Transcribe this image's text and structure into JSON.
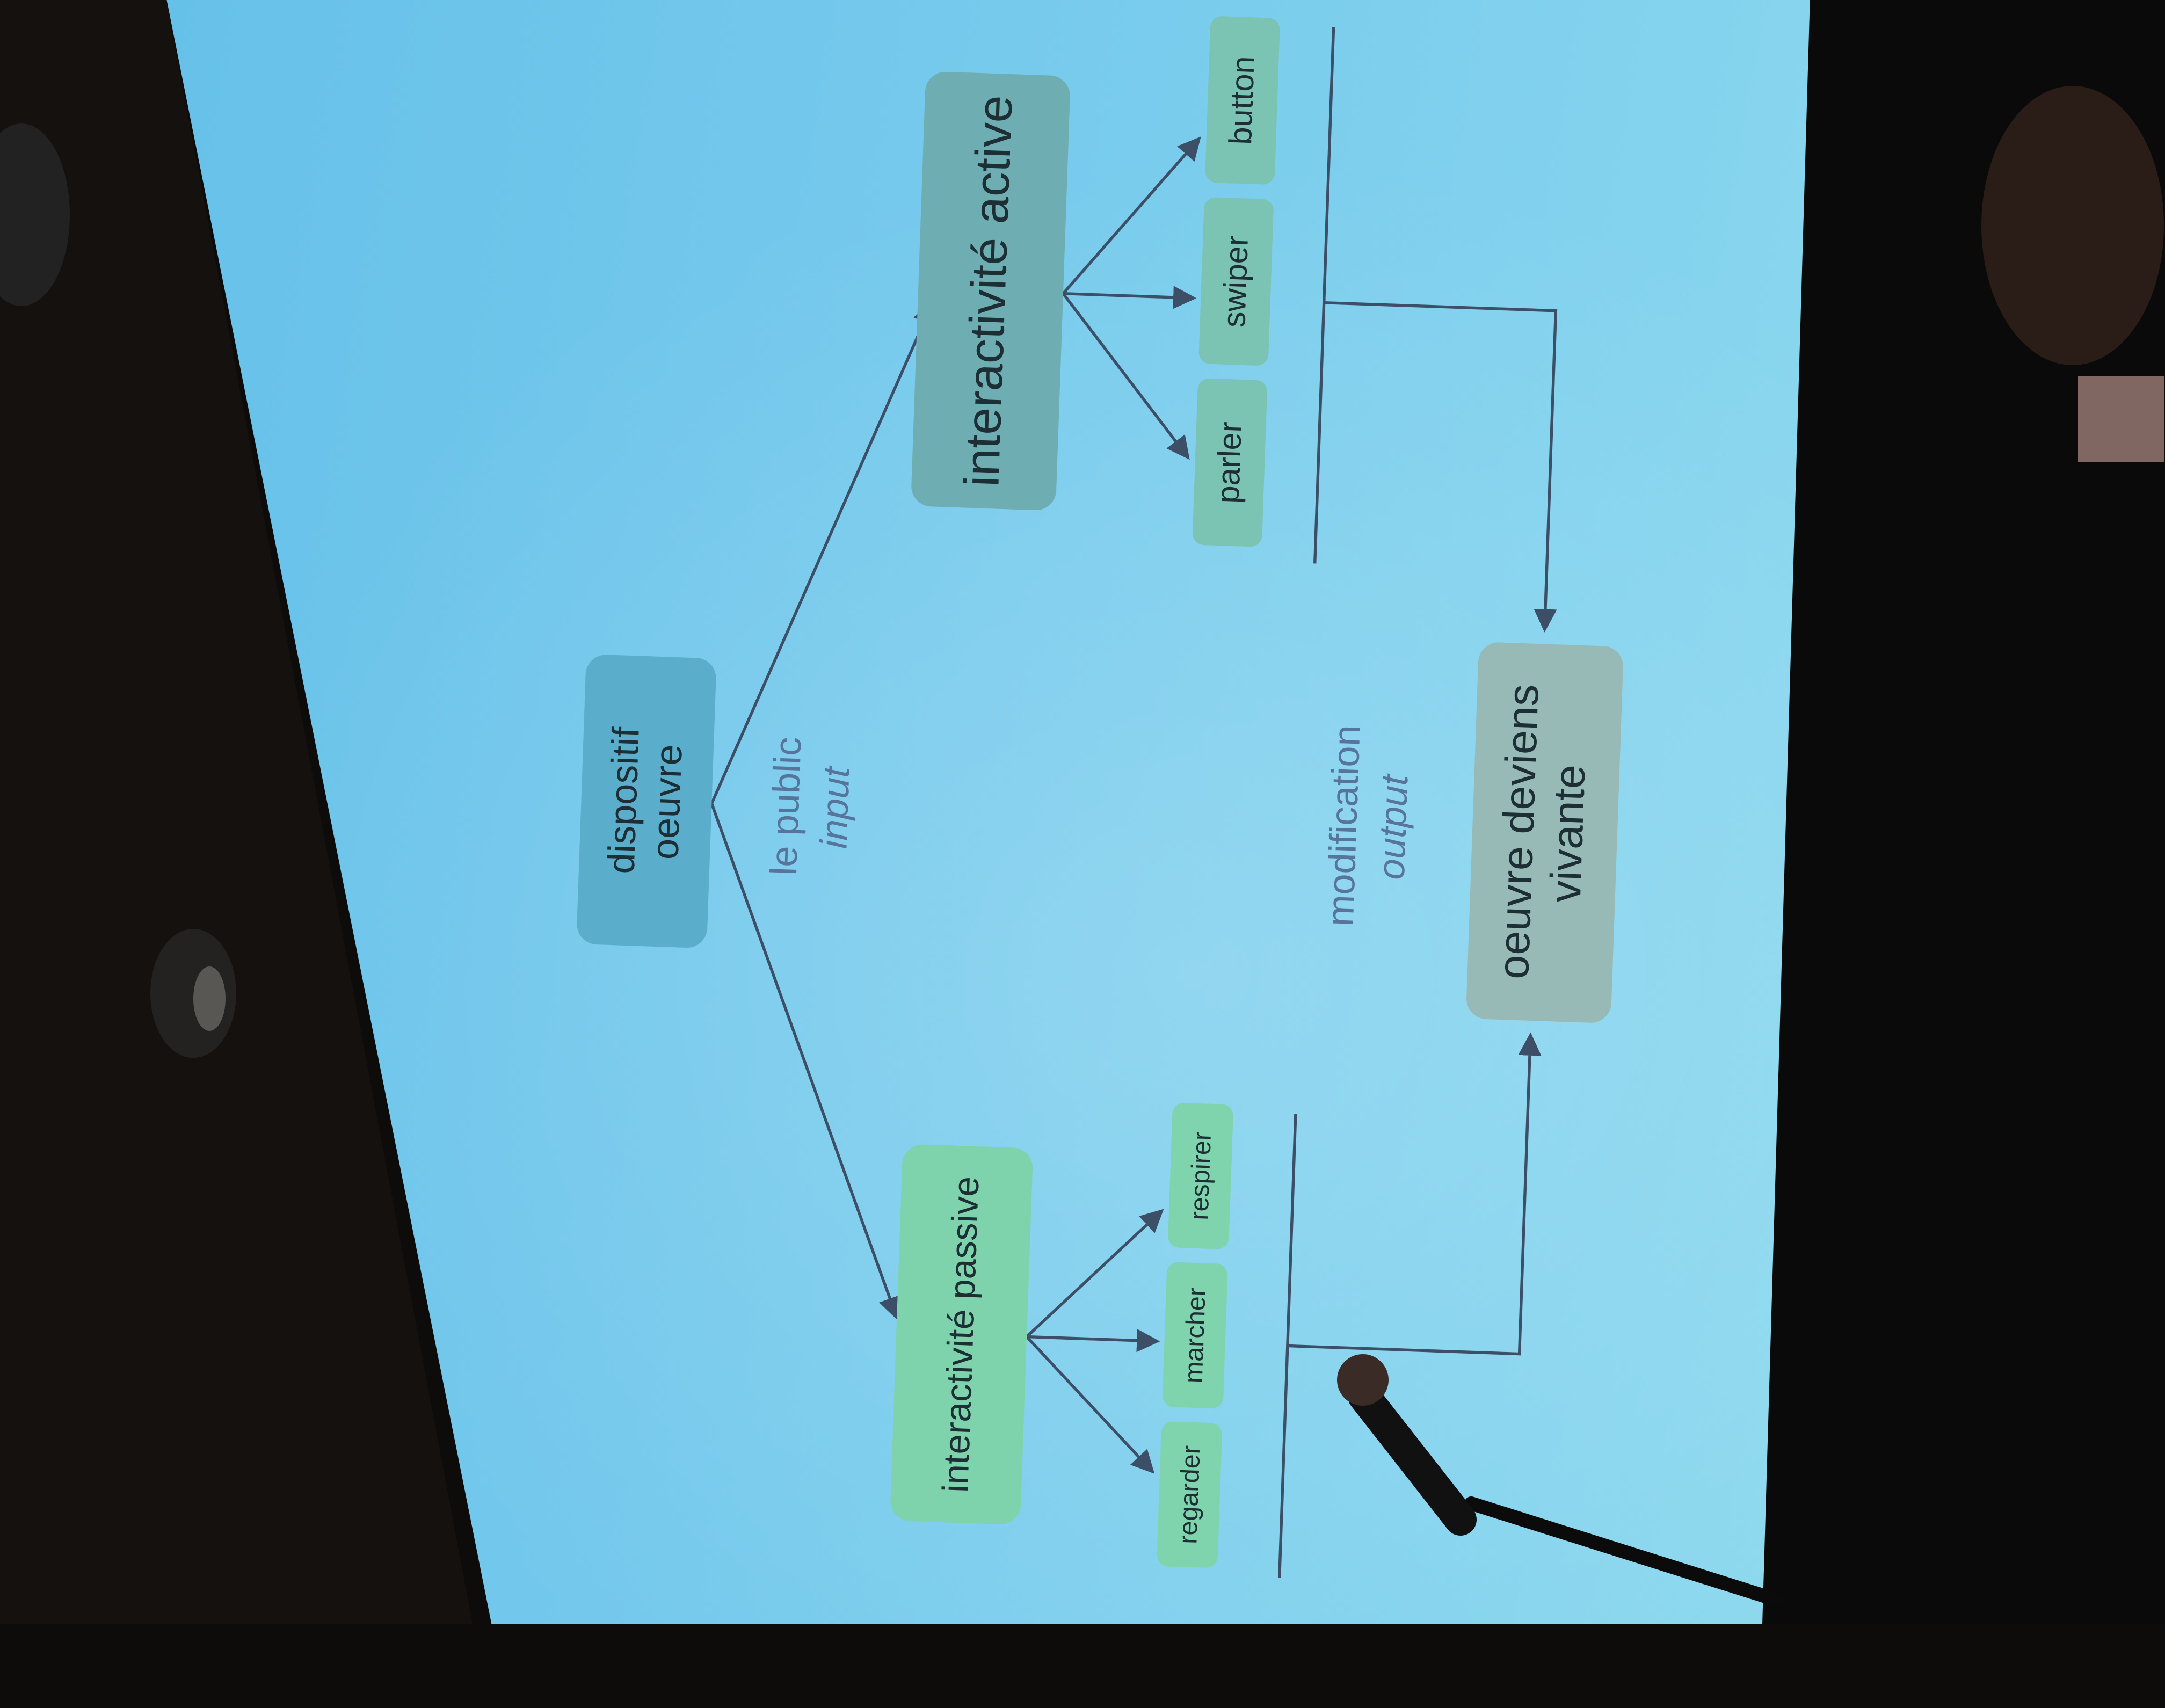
{
  "slide": {
    "root": {
      "line1": "dispositif",
      "line2": "oeuvre"
    },
    "passive": {
      "title": "interactivité passive",
      "items": [
        "regarder",
        "marcher",
        "respirer"
      ]
    },
    "active": {
      "title": "interactivité active",
      "items": [
        "parler",
        "swiper",
        "button"
      ]
    },
    "input_label": {
      "line1": "le public",
      "line2": "input"
    },
    "output_label": {
      "line1": "modification",
      "line2": "output"
    },
    "result": {
      "line1": "oeuvre deviens",
      "line2": "vivante"
    }
  },
  "colors": {
    "screen": "#73c8ec",
    "root_box": "#5aaecb",
    "passive_box": "#7fd3ac",
    "active_box": "#6eaeb2",
    "result_box": "#98bab7",
    "label_text": "#57749a",
    "arrows": "#3c4f66"
  }
}
